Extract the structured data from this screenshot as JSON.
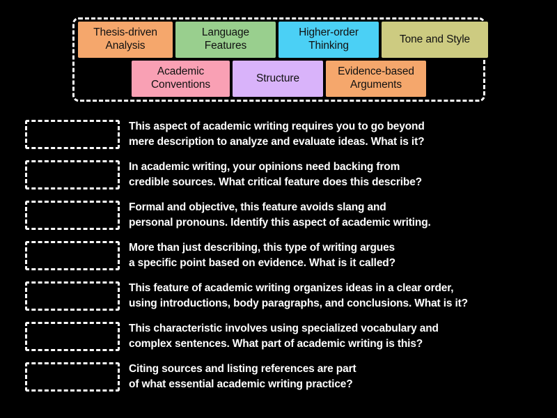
{
  "background_color": "#000000",
  "word_bank": {
    "label": "Answer word bank",
    "border_color": "#ffffff",
    "rows": [
      {
        "tiles": [
          {
            "label": "Thesis-driven\nAnalysis",
            "color": "#F5A76C",
            "width": 136
          },
          {
            "label": "Language\nFeatures",
            "color": "#99CF8E",
            "width": 144
          },
          {
            "label": "Higher-order\nThinking",
            "color": "#4BD0F5",
            "width": 144
          },
          {
            "label": "Tone and Style",
            "color": "#CDCB81",
            "width": 153
          }
        ]
      },
      {
        "tiles": [
          {
            "label": "Academic\nConventions",
            "color": "#F9A0B4",
            "width": 141
          },
          {
            "label": "Structure",
            "color": "#D9B3FA",
            "width": 130
          },
          {
            "label": "Evidence-based\nArguments",
            "color": "#F5A76C",
            "width": 144
          }
        ]
      }
    ]
  },
  "questions": [
    {
      "drop_zone_label": "answer-drop-zone",
      "text": "This aspect of academic writing requires you to go beyond\nmere description to analyze and evaluate ideas. What is it?"
    },
    {
      "drop_zone_label": "answer-drop-zone",
      "text": "In academic writing, your opinions need backing from\ncredible sources. What critical feature does this describe?"
    },
    {
      "drop_zone_label": "answer-drop-zone",
      "text": "Formal and objective, this feature avoids slang and\npersonal pronouns. Identify this aspect of academic writing."
    },
    {
      "drop_zone_label": "answer-drop-zone",
      "text": "More than just describing, this type of writing argues\na specific point based on evidence. What is it called?"
    },
    {
      "drop_zone_label": "answer-drop-zone",
      "text": "This feature of academic writing organizes ideas in a clear order,\nusing introductions, body paragraphs, and conclusions. What is it?"
    },
    {
      "drop_zone_label": "answer-drop-zone",
      "text": "This characteristic involves using specialized vocabulary and\ncomplex sentences. What part of academic writing is this?"
    },
    {
      "drop_zone_label": "answer-drop-zone",
      "text": "Citing sources and listing references are part\nof what essential academic writing practice?"
    }
  ]
}
